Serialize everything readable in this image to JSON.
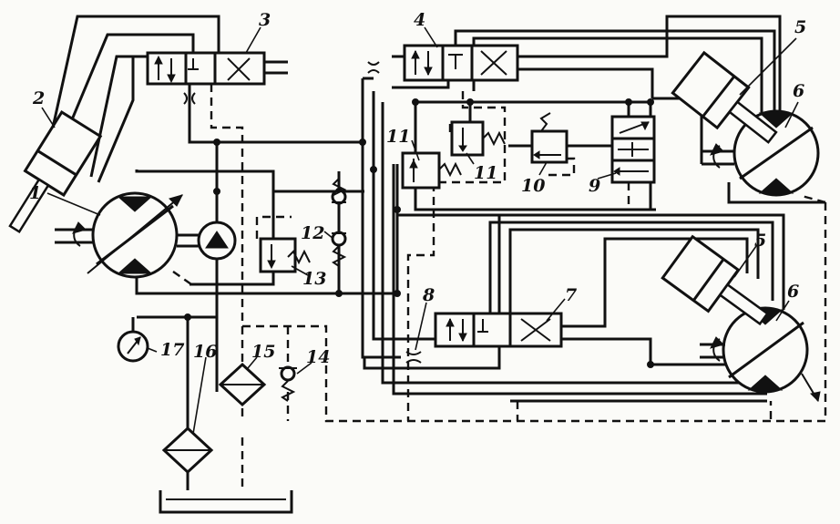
{
  "diagram": {
    "labels": {
      "l1": "1",
      "l2": "2",
      "l3": "3",
      "l4": "4",
      "l5a": "5",
      "l5b": "5",
      "l6a": "6",
      "l6b": "6",
      "l7": "7",
      "l8": "8",
      "l9": "9",
      "l10": "10",
      "l11a": "11",
      "l11b": "11",
      "l12": "12",
      "l13": "13",
      "l14": "14",
      "l15": "15",
      "l16": "16",
      "l17": "17"
    }
  }
}
